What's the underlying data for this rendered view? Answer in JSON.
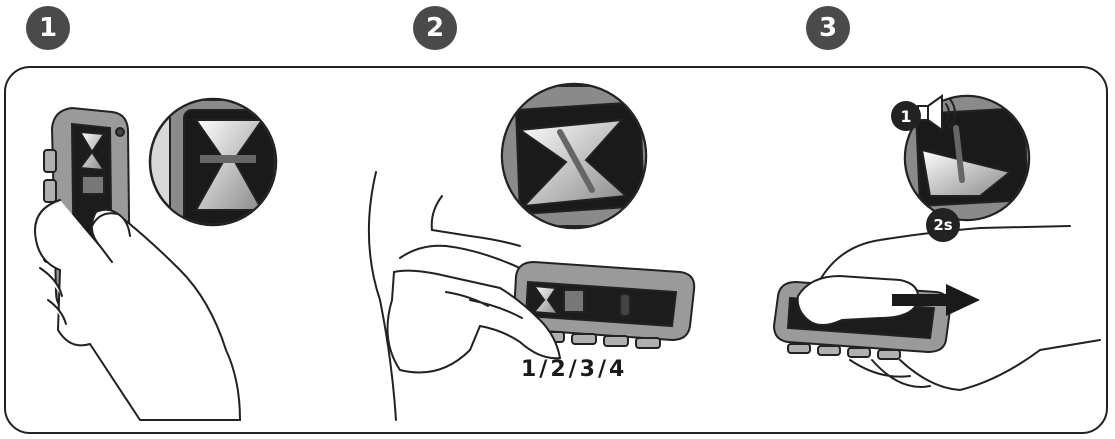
{
  "steps": [
    {
      "number": "1"
    },
    {
      "number": "2"
    },
    {
      "number": "3"
    }
  ],
  "step2": {
    "button_sequence": "1/2/3/4"
  },
  "step3": {
    "sound_badge": "1",
    "hold_badge": "2s"
  },
  "colors": {
    "badge": "#4a4a4a",
    "outline": "#222222",
    "device_gray": "#9a9a9a",
    "screen": "#1c1c1c"
  }
}
